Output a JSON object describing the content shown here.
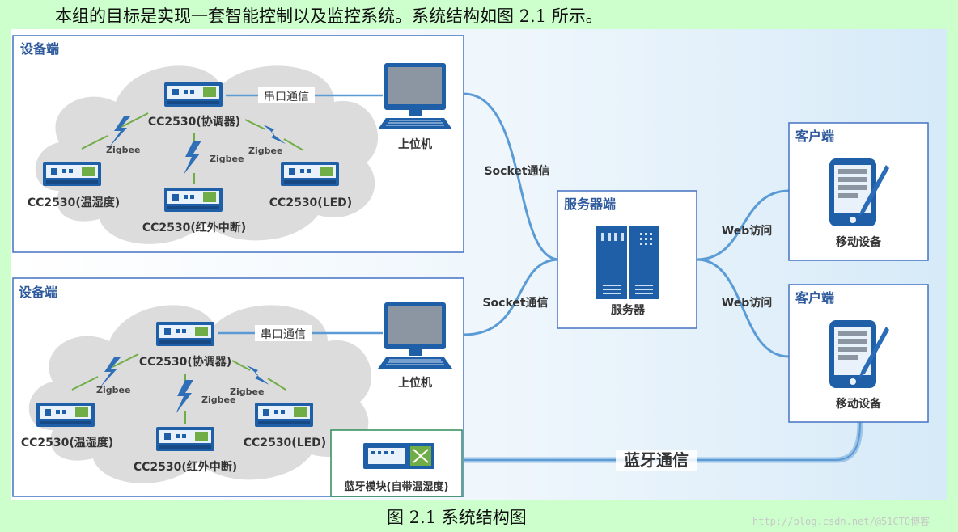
{
  "intro_text": "本组的目标是实现一套智能控制以及监控系统。系统结构如图 2.1 所示。",
  "caption": "图 2.1  系统结构图",
  "watermark": "http://blog.csdn.net/@51CTO博客",
  "device_sections": [
    {
      "title": "设备端",
      "coordinator": "CC2530(协调器)",
      "serial_label": "串口通信",
      "pc_label": "上位机",
      "zigbee_labels": [
        "Zigbee",
        "Zigbee",
        "Zigbee"
      ],
      "nodes": [
        "CC2530(温湿度)",
        "CC2530(红外中断)",
        "CC2530(LED)"
      ]
    },
    {
      "title": "设备端",
      "coordinator": "CC2530(协调器)",
      "serial_label": "串口通信",
      "pc_label": "上位机",
      "zigbee_labels": [
        "Zigbee",
        "Zigbee",
        "Zigbee"
      ],
      "nodes": [
        "CC2530(温湿度)",
        "CC2530(红外中断)",
        "CC2530(LED)"
      ],
      "bluetooth_module": "蓝牙模块(自带温湿度)"
    }
  ],
  "server": {
    "title": "服务器端",
    "label": "服务器"
  },
  "socket_labels": [
    "Socket通信",
    "Socket通信"
  ],
  "web_labels": [
    "Web访问",
    "Web访问"
  ],
  "clients": [
    {
      "title": "客户端",
      "label": "移动设备"
    },
    {
      "title": "客户端",
      "label": "移动设备"
    }
  ],
  "bluetooth_link_label": "蓝牙通信",
  "colors": {
    "page_bg": "#ccffcc",
    "panel_border": "#4472c4",
    "title_blue": "#2e5a9c",
    "device_blue": "#1f5fa8",
    "link_blue": "#5b9bd5",
    "zigbee_green": "#70ad47",
    "zigbee_bolt": "#2f6fb8"
  }
}
